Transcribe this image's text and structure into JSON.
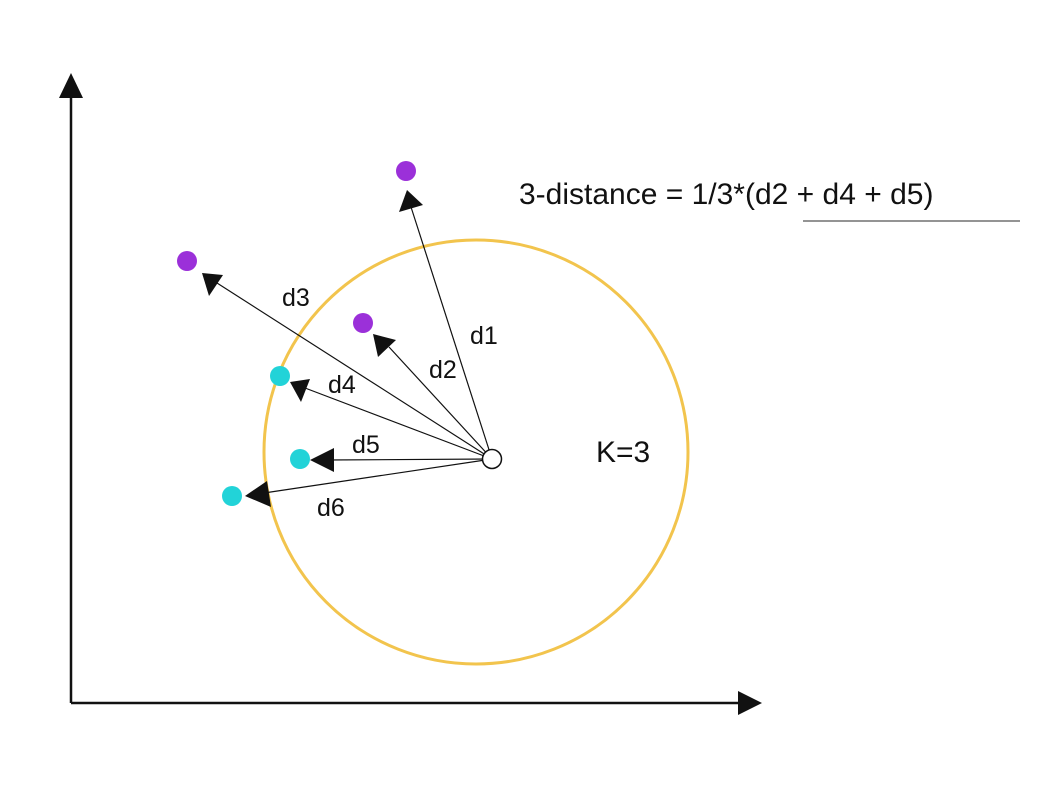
{
  "formula": "3-distance = 1/3*(d2 + d4 + d5)",
  "k_label": "K=3",
  "distance_labels": {
    "d1": "d1",
    "d2": "d2",
    "d3": "d3",
    "d4": "d4",
    "d5": "d5",
    "d6": "d6"
  },
  "points": [
    {
      "id": "p1",
      "class": "purple",
      "distance": "d1"
    },
    {
      "id": "p2",
      "class": "purple",
      "distance": "d2"
    },
    {
      "id": "p3",
      "class": "purple",
      "distance": "d3"
    },
    {
      "id": "p4",
      "class": "cyan",
      "distance": "d4"
    },
    {
      "id": "p5",
      "class": "cyan",
      "distance": "d5"
    },
    {
      "id": "p6",
      "class": "cyan",
      "distance": "d6"
    }
  ],
  "colors": {
    "purple": "#9b30d9",
    "cyan": "#22d3d8",
    "circle": "#f2c44d",
    "axis": "#111111",
    "underline": "#555555"
  }
}
